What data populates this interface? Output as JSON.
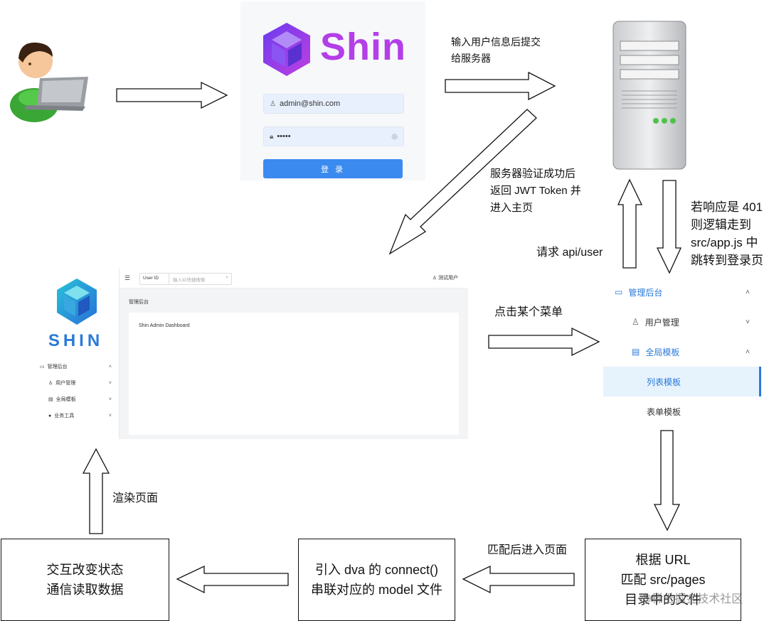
{
  "login": {
    "brand": "Shin",
    "email_value": "admin@shin.com",
    "password_mask": "•••••",
    "submit_label": "登 录"
  },
  "admin": {
    "brand": "SHIN",
    "menu": [
      {
        "label": "管理后台",
        "icon": "monitor-icon"
      },
      {
        "label": "用户管理",
        "icon": "user-icon"
      },
      {
        "label": "全局模板",
        "icon": "file-icon"
      },
      {
        "label": "业务工具",
        "icon": "github-icon"
      }
    ],
    "search_select": "User ID",
    "search_placeholder": "输入ID快捷搜索",
    "user_label": "测试用户",
    "breadcrumb": "管理后台",
    "dashboard_text": "Shin Admin Dashboard"
  },
  "side_menu": {
    "items": [
      {
        "label": "管理后台",
        "icon": "monitor-icon",
        "active": true
      },
      {
        "label": "用户管理",
        "icon": "user-icon"
      },
      {
        "label": "全局模板",
        "icon": "file-icon",
        "active": true
      },
      {
        "label": "列表模板",
        "selected": true
      },
      {
        "label": "表单模板"
      }
    ]
  },
  "labels": {
    "submit_to_server": [
      "输入用户信息后提交",
      "给服务器"
    ],
    "verify_success": [
      "服务器验证成功后",
      "返回 JWT Token 并",
      "进入主页"
    ],
    "if_401": [
      "若响应是 401",
      "则逻辑走到",
      "src/app.js 中",
      "跳转到登录页"
    ],
    "request_api": "请求 api/user",
    "click_menu": "点击某个菜单",
    "render_page": "渲染页面",
    "match_enter": "匹配后进入页面"
  },
  "boxes": {
    "match_url": [
      "根据 URL",
      "匹配 src/pages",
      "目录中的文件"
    ],
    "connect_model": [
      "引入 dva 的 connect()",
      "串联对应的 model 文件"
    ],
    "interact_state": [
      "交互改变状态",
      "通信读取数据"
    ]
  },
  "watermark": "@稀土掘金技术社区"
}
